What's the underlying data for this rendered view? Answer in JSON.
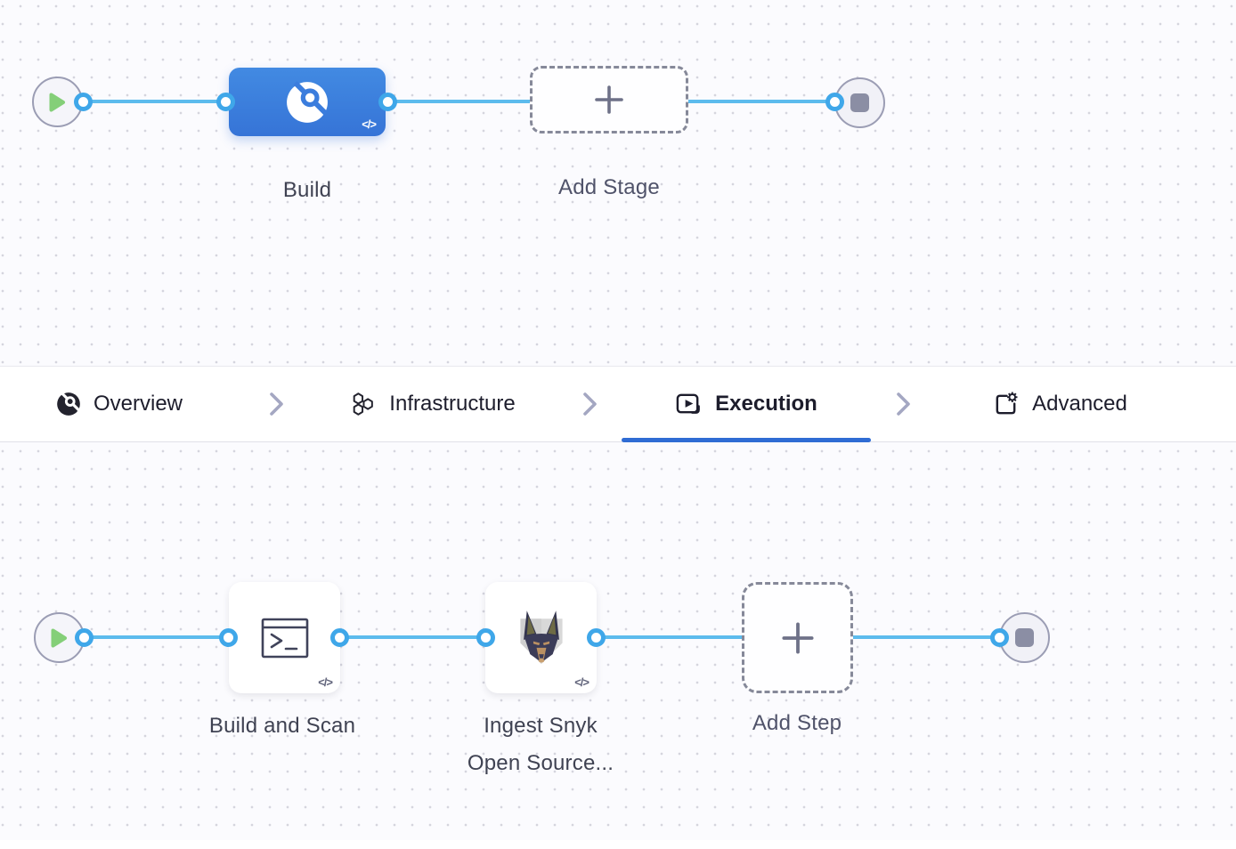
{
  "stage_flow": {
    "stage_label": "Build",
    "stage_code_badge": "</>",
    "add_stage_label": "Add Stage"
  },
  "tab_bar": {
    "tabs": [
      {
        "label": "Overview",
        "icon": "overview-icon",
        "active": false
      },
      {
        "label": "Infrastructure",
        "icon": "infrastructure-icon",
        "active": false
      },
      {
        "label": "Execution",
        "icon": "execution-icon",
        "active": true
      },
      {
        "label": "Advanced",
        "icon": "advanced-icon",
        "active": false
      }
    ]
  },
  "step_flow": {
    "steps": [
      {
        "label": "Build and Scan",
        "icon": "terminal-icon",
        "code_badge": "</>"
      },
      {
        "label_line1": "Ingest Snyk",
        "label_line2": "Open Source...",
        "icon": "snyk-doberman-icon",
        "code_badge": "</>"
      }
    ],
    "add_step_label": "Add Step"
  },
  "colors": {
    "canvas_bg": "#fbfbfe",
    "grid_dot": "#d5d5de",
    "stage_node_blue": "#3b7ddd",
    "connector_line": "#5cbbed",
    "port_ring": "#3fa7e9",
    "active_tab_underline": "#2f6cd4",
    "play_green": "#84cf78",
    "stop_gray": "#8b8ea4",
    "dashed_border": "#868999"
  }
}
